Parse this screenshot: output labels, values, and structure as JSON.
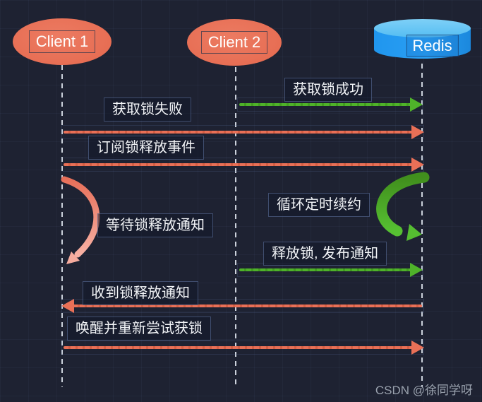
{
  "diagram": {
    "watermark": "CSDN @徐同学呀"
  },
  "colors": {
    "background": "#1e2232",
    "salmon": "#e97057",
    "salmon_light": "#f6ae9f",
    "green": "#4fb22a",
    "green_dark": "#41901d",
    "redis_blue": "#2096ee",
    "redis_blue_light": "#66c6f4",
    "label_text": "#f2f4f7",
    "lifeline": "#ccd2dc"
  },
  "actors": [
    {
      "name": "Client 1",
      "shape": "ellipse"
    },
    {
      "name": "Client 2",
      "shape": "ellipse"
    },
    {
      "name": "Redis",
      "shape": "cylinder"
    }
  ],
  "messages": [
    {
      "label": "获取锁成功",
      "from": "Client 2",
      "to": "Redis",
      "color": "green",
      "kind": "arrow",
      "direction": "right"
    },
    {
      "label": "获取锁失败",
      "from": "Client 1",
      "to": "Redis",
      "color": "salmon",
      "kind": "arrow",
      "direction": "right"
    },
    {
      "label": "订阅锁释放事件",
      "from": "Client 1",
      "to": "Redis",
      "color": "salmon",
      "kind": "arrow",
      "direction": "right"
    },
    {
      "label": "等待锁释放通知",
      "actor": "Client 1",
      "color": "salmon",
      "kind": "self-loop"
    },
    {
      "label": "循环定时续约",
      "actor": "Redis",
      "color": "green",
      "kind": "self-loop"
    },
    {
      "label": "释放锁, 发布通知",
      "from": "Client 2",
      "to": "Redis",
      "color": "green",
      "kind": "arrow",
      "direction": "right"
    },
    {
      "label": "收到锁释放通知",
      "from": "Redis",
      "to": "Client 1",
      "color": "salmon",
      "kind": "arrow",
      "direction": "left"
    },
    {
      "label": "唤醒并重新尝试获锁",
      "from": "Client 1",
      "to": "Redis",
      "color": "salmon",
      "kind": "arrow",
      "direction": "right"
    }
  ]
}
